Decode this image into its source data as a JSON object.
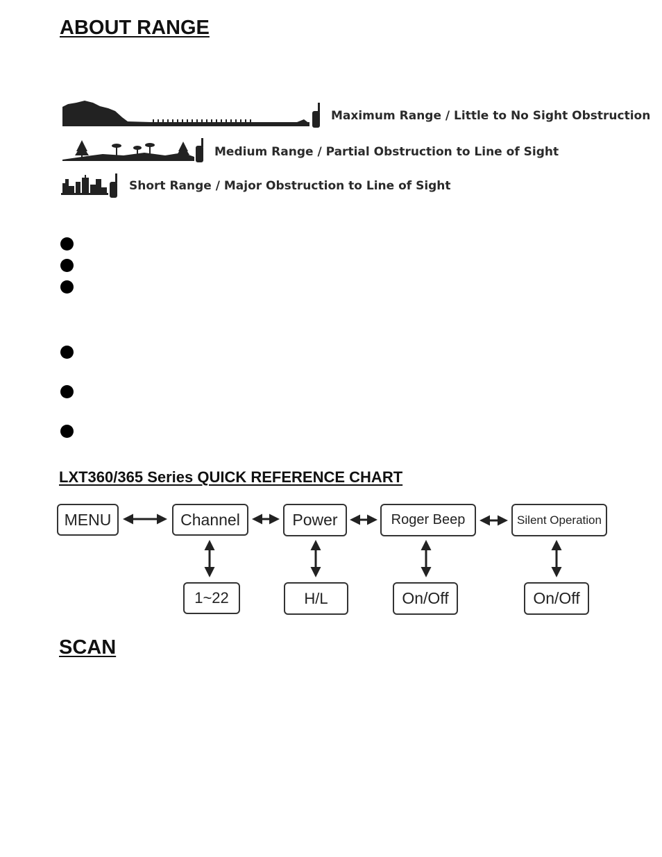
{
  "about_range": {
    "heading": "ABOUT RANGE",
    "rows": [
      {
        "label": "Maximum Range / Little to No Sight Obstruction",
        "icon": "open-terrain-icon"
      },
      {
        "label": "Medium Range / Partial Obstruction to Line of Sight",
        "icon": "trees-terrain-icon"
      },
      {
        "label": "Short Range / Major Obstruction to Line of Sight",
        "icon": "city-buildings-icon"
      }
    ]
  },
  "quick_reference": {
    "heading": "LXT360/365 Series QUICK REFERENCE CHART",
    "menu": "MENU",
    "top": [
      "Channel",
      "Power",
      "Roger Beep",
      "Silent Operation"
    ],
    "bottom": [
      "1~22",
      "H/L",
      "On/Off",
      "On/Off"
    ]
  },
  "scan": {
    "heading": "SCAN"
  }
}
